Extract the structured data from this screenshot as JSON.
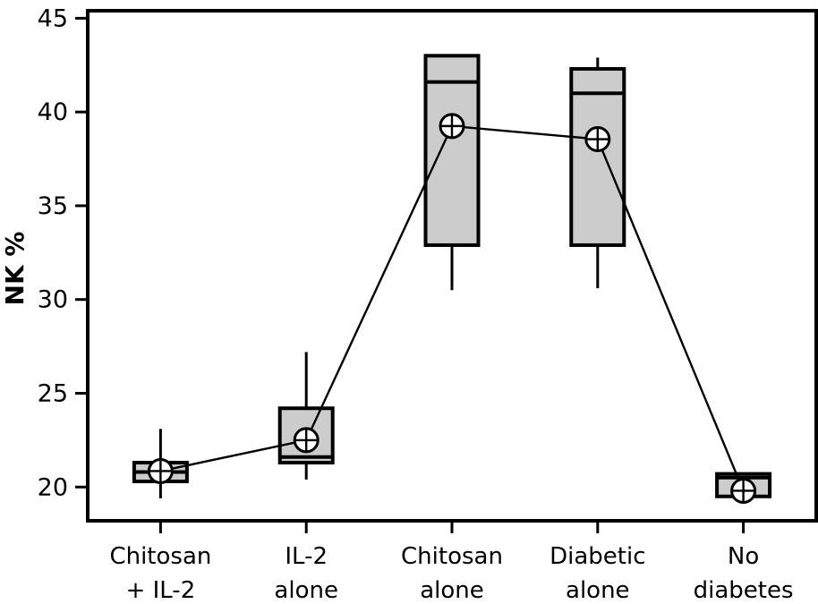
{
  "chart_data": {
    "type": "box",
    "title": "",
    "xlabel": "",
    "ylabel": "NK %",
    "ylim": [
      18.2,
      45.4
    ],
    "yticks": [
      20,
      25,
      30,
      35,
      40,
      45
    ],
    "ytick_labels": [
      "20",
      "25",
      "30",
      "35",
      "40",
      "45"
    ],
    "grid": false,
    "legend": "none",
    "categories": [
      "Chitosan\n+ IL-2",
      "IL-2\nalone",
      "Chitosan\nalone",
      "Diabetic\nalone",
      "No\ndiabetes"
    ],
    "category_lines": [
      [
        "Chitosan",
        "+ IL-2"
      ],
      [
        "IL-2",
        "alone"
      ],
      [
        "Chitosan",
        "alone"
      ],
      [
        "Diabetic",
        "alone"
      ],
      [
        "No",
        "diabetes"
      ]
    ],
    "boxes": [
      {
        "category": "Chitosan + IL-2",
        "whisker_low": 19.4,
        "q1": 20.3,
        "median": 20.8,
        "q3": 21.3,
        "whisker_high": 23.1,
        "mean": 20.85
      },
      {
        "category": "IL-2 alone",
        "whisker_low": 20.4,
        "q1": 21.3,
        "median": 21.6,
        "q3": 24.2,
        "whisker_high": 27.2,
        "mean": 22.5
      },
      {
        "category": "Chitosan alone",
        "whisker_low": 30.5,
        "q1": 32.9,
        "median": 41.6,
        "q3": 43.0,
        "whisker_high": 43.0,
        "mean": 39.25
      },
      {
        "category": "Diabetic alone",
        "whisker_low": 30.6,
        "q1": 32.9,
        "median": 41.0,
        "q3": 42.3,
        "whisker_high": 42.9,
        "mean": 38.55
      },
      {
        "category": "No diabetes",
        "whisker_low": 19.5,
        "q1": 19.5,
        "median": 20.5,
        "q3": 20.7,
        "whisker_high": 20.7,
        "mean": 19.8
      }
    ],
    "mean_series": {
      "name": "Mean",
      "values": [
        20.85,
        22.5,
        39.25,
        38.55,
        19.8
      ],
      "marker": "circle-plus",
      "connected": true
    },
    "colors": {
      "box_fill": "#cccccc",
      "box_edge": "#000000",
      "line": "#000000",
      "background": "#ffffff"
    }
  }
}
